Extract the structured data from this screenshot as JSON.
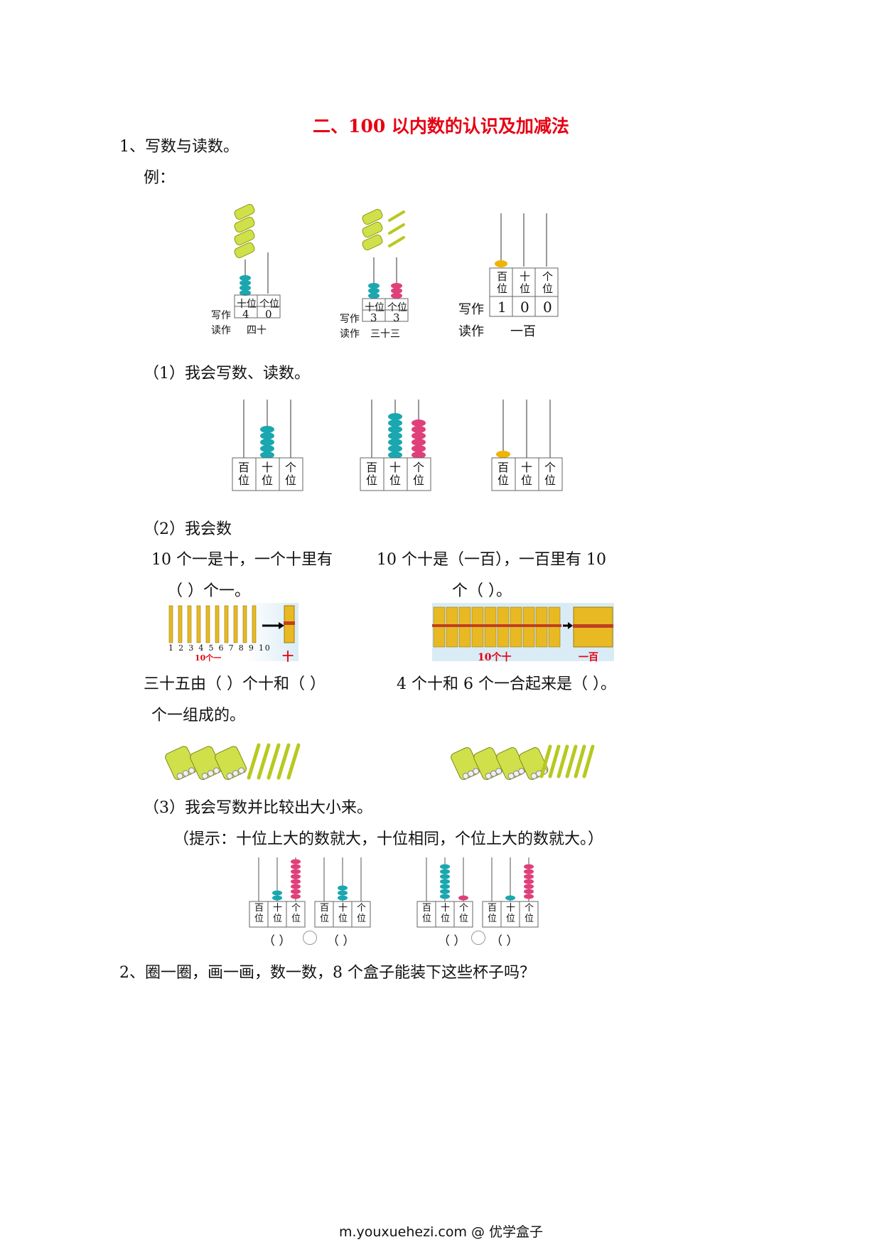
{
  "title": "二、100 以内数的认识及加减法",
  "q1": {
    "heading": "1、写数与读数。",
    "example_label": "例：",
    "place_labels": {
      "hundreds": [
        "百",
        "位"
      ],
      "tens": [
        "十",
        "位"
      ],
      "ones": [
        "个",
        "位"
      ],
      "tens_inline": "十位",
      "ones_inline": "个位"
    },
    "write_label": "写作",
    "read_label": "读作",
    "examples": [
      {
        "digits": [
          "4",
          "0"
        ],
        "reading": "四十"
      },
      {
        "digits": [
          "3",
          "3"
        ],
        "reading": "三十三"
      },
      {
        "digits": [
          "1",
          "0",
          "0"
        ],
        "reading": "一百"
      }
    ],
    "p1": "（1）我会写数、读数。",
    "p2": "（2）我会数",
    "count_left_1": "10 个一是十，一个十里有",
    "count_left_2": "（    ）个一。",
    "count_right_1": "10  个十是（一百），一百里有 10",
    "count_right_2": "个（    ）。",
    "sticks_numbers": [
      "1",
      "2",
      "3",
      "4",
      "5",
      "6",
      "7",
      "8",
      "9",
      "10"
    ],
    "sticks_caption_left": "10个一",
    "sticks_result_left": "十",
    "sticks_caption_right": "10个十",
    "sticks_result_right": "一百",
    "compose_left_1": "三十五由（  ）个十和（  ）",
    "compose_left_2": "个一组成的。",
    "compose_right": "4 个十和 6 个一合起来是（    ）。",
    "p3": "（3）我会写数并比较出大小来。",
    "hint": "（提示：十位上大的数就大，十位相同，个位上大的数就大。）",
    "blank_paren": "（  ）"
  },
  "q2": {
    "heading": "2、圈一圈，画一画，数一数，8 个盒子能装下这些杯子吗？"
  },
  "footer": "m.youxuehezi.com @ 优学盒子",
  "colors": {
    "title": "#e60012",
    "tens_bead": "#1aa7b0",
    "ones_bead": "#e0407a",
    "hundreds_bead": "#f0b400",
    "stick": "#e8b923",
    "bundle": "#cfe04a"
  }
}
